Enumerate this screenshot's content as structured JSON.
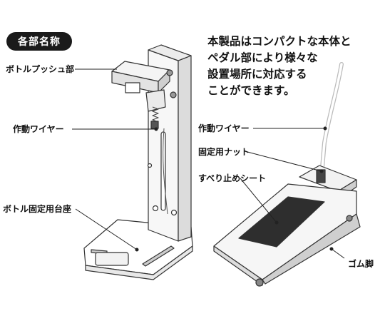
{
  "header": {
    "badge": "各部名称"
  },
  "description": {
    "lines": [
      "本製品はコンパクトな本体と",
      "ペダル部により様々な",
      "設置場所に対応する",
      "ことができます。"
    ]
  },
  "labels": {
    "bottle_push": "ボトルプッシュ部",
    "wire_left": "作動ワイヤー",
    "bottle_base": "ボトル固定用台座",
    "wire_right": "作動ワイヤー",
    "fixing_nut": "固定用ナット",
    "nonslip_sheet": "すべり止めシート",
    "rubber_foot": "ゴム脚"
  }
}
